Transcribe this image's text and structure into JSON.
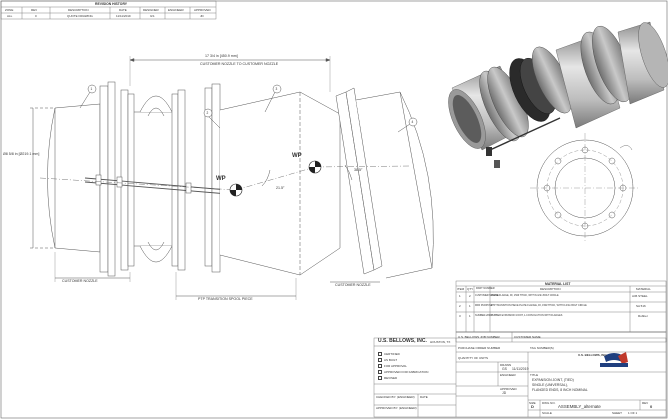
{
  "revision": {
    "title": "REVISION HISTORY",
    "headers": [
      "ZONE",
      "REV",
      "DESCRIPTION",
      "DATE",
      "DESIGNER",
      "ENGINEER",
      "APPROVED"
    ],
    "row": [
      "ALL",
      "0",
      "QUOTE DRAWING",
      "11/11/2019",
      "GS",
      "",
      "JD"
    ]
  },
  "drawing": {
    "dim_overall": "17 3/4 in [450.9 mm]",
    "dim_overall_note": "CUSTOMER NOZZLE TO CUSTOMER NOZZLE",
    "dim_left_dia": "Ø8 5/8 in [Ø219.1 mm]",
    "wp_left": "WP",
    "wp_right": "WP",
    "angle1": "21.5°",
    "angle2": "38.5°",
    "customer_nozzle_left": "CUSTOMER NOZZLE",
    "customer_nozzle_right": "CUSTOMER NOZZLE",
    "spool_label": "PTP TRANSITION SPOOL PIECE",
    "balloons": [
      "1",
      "2",
      "3",
      "4"
    ]
  },
  "materials": {
    "title": "MATERIAL LIST",
    "headers": [
      "ITEM",
      "QTY",
      "PART NUMBER",
      "DESCRIPTION",
      "MATERIAL"
    ],
    "rows": [
      [
        "1",
        "2",
        "CUSTOMER NOZZLE",
        "PLATE FLANGE, FF, 150# THICK, WITH 8-3/4in BOLT CIRCLE",
        "A36 STEEL"
      ],
      [
        "2",
        "1",
        "MFR PURPOSE",
        "PTP TRANSITION PIECE PLATE FLANGE, FF, 150# THICK, WITH 8-3/4in BOLT CIRCLE",
        "SA 516"
      ],
      [
        "3",
        "1",
        "NUMBER-28097",
        "RUBBER EXPANSION JOINT, 1-CONVOLUTION WITH FLANGES",
        "Rubber"
      ]
    ],
    "bom_headers": [
      "U.S. BELLOWS JOB NUMBER",
      "CUSTOMER NAME"
    ],
    "po_label": "PURCHASE ORDER NUMBER",
    "tag_label": "TAG NUMBER(S)"
  },
  "title_block": {
    "company": "U.S. BELLOWS, INC.",
    "city": "HOUSTON, TX",
    "checkboxes": [
      "CERTIFIED",
      "AS BUILT",
      "FOR APPROVAL",
      "APPROVED FOR FABRICATION",
      "REVISED"
    ],
    "qty_label": "QUANTITY OF UNITS",
    "drawn_label": "DRAWN",
    "drawn_by": "GS",
    "drawn_date": "11/11/2019",
    "engineer_label": "ENGINEER",
    "approved_label": "APPROVED",
    "approved_by": "JD",
    "checked_label": "CHECKED BY: (ENGINEER)",
    "date_label": "DATE",
    "approved_by_label": "APPROVED BY: (ENGINEER)",
    "title_label": "TITLE",
    "title_lines": [
      "EXPANSION JOINT, (TIED)",
      "SINGLE (UNIVERSAL),",
      "FLANGED ENDS, 8 INCH NOMINAL"
    ],
    "size_label": "SIZE",
    "size": "D",
    "dwg_label": "DWG NO.",
    "dwg": "ASSEMBLY_alternate",
    "rev_label": "REV",
    "rev": "0",
    "scale_label": "SCALE",
    "sheet_label": "SHEET",
    "sheet": "1 OF 1",
    "logo_text": "U.S. BELLOWS, INC."
  }
}
